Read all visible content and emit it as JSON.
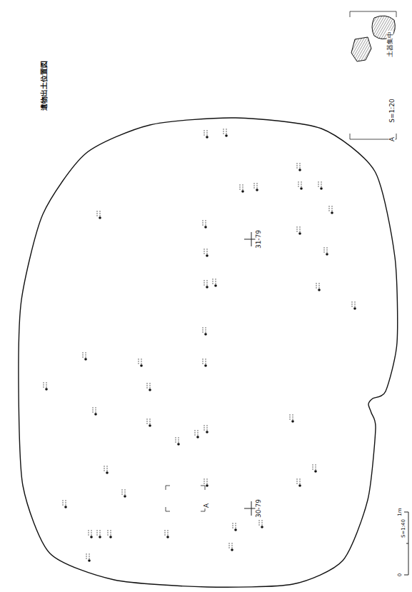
{
  "diagram": {
    "title": "遺物出土位置図",
    "labels": [
      "土器集中",
      "S=1:20",
      "A",
      "A",
      "30-79",
      "31-79",
      "0",
      "1m",
      "S=1:40"
    ]
  }
}
